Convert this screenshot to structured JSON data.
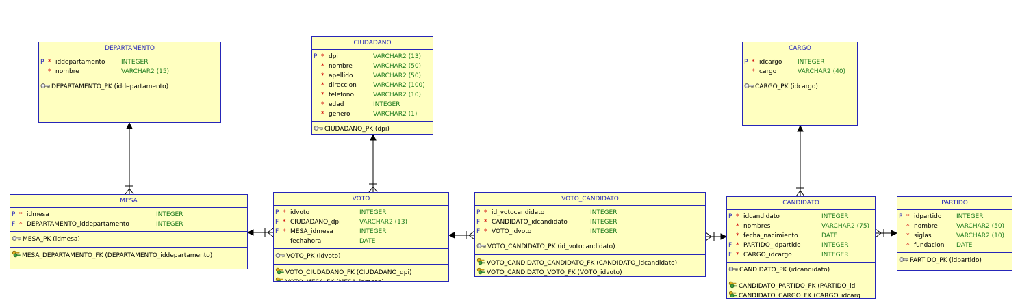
{
  "entities": {
    "departamento": {
      "name": "DEPARTAMENTO",
      "columns": [
        {
          "key": "P",
          "req": "*",
          "name": "iddepartamento",
          "type": "INTEGER"
        },
        {
          "key": "",
          "req": "*",
          "name": "nombre",
          "type": "VARCHAR2 (15)"
        }
      ],
      "pk": [
        "DEPARTAMENTO_PK (iddepartamento)"
      ],
      "fk": []
    },
    "ciudadano": {
      "name": "CIUDADANO",
      "columns": [
        {
          "key": "P",
          "req": "*",
          "name": "dpi",
          "type": "VARCHAR2 (13)"
        },
        {
          "key": "",
          "req": "*",
          "name": "nombre",
          "type": "VARCHAR2 (50)"
        },
        {
          "key": "",
          "req": "*",
          "name": "apellido",
          "type": "VARCHAR2 (50)"
        },
        {
          "key": "",
          "req": "*",
          "name": "direccion",
          "type": "VARCHAR2 (100)"
        },
        {
          "key": "",
          "req": "*",
          "name": "telefono",
          "type": "VARCHAR2 (10)"
        },
        {
          "key": "",
          "req": "*",
          "name": "edad",
          "type": "INTEGER"
        },
        {
          "key": "",
          "req": "*",
          "name": "genero",
          "type": "VARCHAR2 (1)"
        }
      ],
      "pk": [
        "CIUDADANO_PK (dpi)"
      ],
      "fk": []
    },
    "cargo": {
      "name": "CARGO",
      "columns": [
        {
          "key": "P",
          "req": "*",
          "name": "idcargo",
          "type": "INTEGER"
        },
        {
          "key": "",
          "req": "*",
          "name": "cargo",
          "type": "VARCHAR2 (40)"
        }
      ],
      "pk": [
        "CARGO_PK (idcargo)"
      ],
      "fk": []
    },
    "mesa": {
      "name": "MESA",
      "columns": [
        {
          "key": "P",
          "req": "*",
          "name": "idmesa",
          "type": "INTEGER"
        },
        {
          "key": "F",
          "req": "*",
          "name": "DEPARTAMENTO_iddepartamento",
          "type": "INTEGER"
        }
      ],
      "pk": [
        "MESA_PK (idmesa)"
      ],
      "fk": [
        "MESA_DEPARTAMENTO_FK (DEPARTAMENTO_iddepartamento)"
      ]
    },
    "voto": {
      "name": "VOTO",
      "columns": [
        {
          "key": "P",
          "req": "*",
          "name": "idvoto",
          "type": "INTEGER"
        },
        {
          "key": "F",
          "req": "*",
          "name": "CIUDADANO_dpi",
          "type": "VARCHAR2 (13)"
        },
        {
          "key": "F",
          "req": "*",
          "name": "MESA_idmesa",
          "type": "INTEGER"
        },
        {
          "key": "",
          "req": "",
          "name": "fechahora",
          "type": "DATE"
        }
      ],
      "pk": [
        "VOTO_PK (idvoto)"
      ],
      "fk": [
        "VOTO_CIUDADANO_FK (CIUDADANO_dpi)",
        "VOTO_MESA_FK (MESA_idmesa)"
      ]
    },
    "voto_candidato": {
      "name": "VOTO_CANDIDATO",
      "columns": [
        {
          "key": "P",
          "req": "*",
          "name": "id_votocandidato",
          "type": "INTEGER"
        },
        {
          "key": "F",
          "req": "*",
          "name": "CANDIDATO_idcandidato",
          "type": "INTEGER"
        },
        {
          "key": "F",
          "req": "*",
          "name": "VOTO_idvoto",
          "type": "INTEGER"
        }
      ],
      "pk": [
        "VOTO_CANDIDATO_PK (id_votocandidato)"
      ],
      "fk": [
        "VOTO_CANDIDATO_CANDIDATO_FK (CANDIDATO_idcandidato)",
        "VOTO_CANDIDATO_VOTO_FK (VOTO_idvoto)"
      ]
    },
    "candidato": {
      "name": "CANDIDATO",
      "columns": [
        {
          "key": "P",
          "req": "*",
          "name": "idcandidato",
          "type": "INTEGER"
        },
        {
          "key": "",
          "req": "*",
          "name": "nombres",
          "type": "VARCHAR2 (75)"
        },
        {
          "key": "",
          "req": "*",
          "name": "fecha_nacimiento",
          "type": "DATE"
        },
        {
          "key": "F",
          "req": "*",
          "name": "PARTIDO_idpartido",
          "type": "INTEGER"
        },
        {
          "key": "F",
          "req": "*",
          "name": "CARGO_idcargo",
          "type": "INTEGER"
        }
      ],
      "pk": [
        "CANDIDATO_PK (idcandidato)"
      ],
      "fk": [
        "CANDIDATO_PARTIDO_FK (PARTIDO_id",
        "CANDIDATO_CARGO_FK (CARGO_idcarg"
      ]
    },
    "partido": {
      "name": "PARTIDO",
      "columns": [
        {
          "key": "P",
          "req": "*",
          "name": "idpartido",
          "type": "INTEGER"
        },
        {
          "key": "",
          "req": "*",
          "name": "nombre",
          "type": "VARCHAR2 (50)"
        },
        {
          "key": "",
          "req": "*",
          "name": "siglas",
          "type": "VARCHAR2 (10)"
        },
        {
          "key": "",
          "req": "*",
          "name": "fundacion",
          "type": "DATE"
        }
      ],
      "pk": [
        "PARTIDO_PK (idpartido)"
      ],
      "fk": []
    }
  },
  "relationships": [
    {
      "name": "MESA_DEPARTAMENTO_FK",
      "child": "MESA",
      "parent": "DEPARTAMENTO"
    },
    {
      "name": "VOTO_CIUDADANO_FK",
      "child": "VOTO",
      "parent": "CIUDADANO"
    },
    {
      "name": "VOTO_MESA_FK",
      "child": "VOTO",
      "parent": "MESA"
    },
    {
      "name": "VOTO_CANDIDATO_VOTO_FK",
      "child": "VOTO_CANDIDATO",
      "parent": "VOTO"
    },
    {
      "name": "VOTO_CANDIDATO_CANDIDATO_FK",
      "child": "VOTO_CANDIDATO",
      "parent": "CANDIDATO"
    },
    {
      "name": "CANDIDATO_CARGO_FK",
      "child": "CANDIDATO",
      "parent": "CARGO"
    },
    {
      "name": "CANDIDATO_PARTIDO_FK",
      "child": "CANDIDATO",
      "parent": "PARTIDO"
    }
  ],
  "colors": {
    "entity_fill": "#ffffc0",
    "entity_border": "#2626b8",
    "title_text": "#2626b8",
    "type_text": "#1d7a1d",
    "required_marker": "#d00000",
    "line": "#000000"
  },
  "icons": {
    "pk": "key-icon",
    "fk": "foreign-key-icon"
  }
}
